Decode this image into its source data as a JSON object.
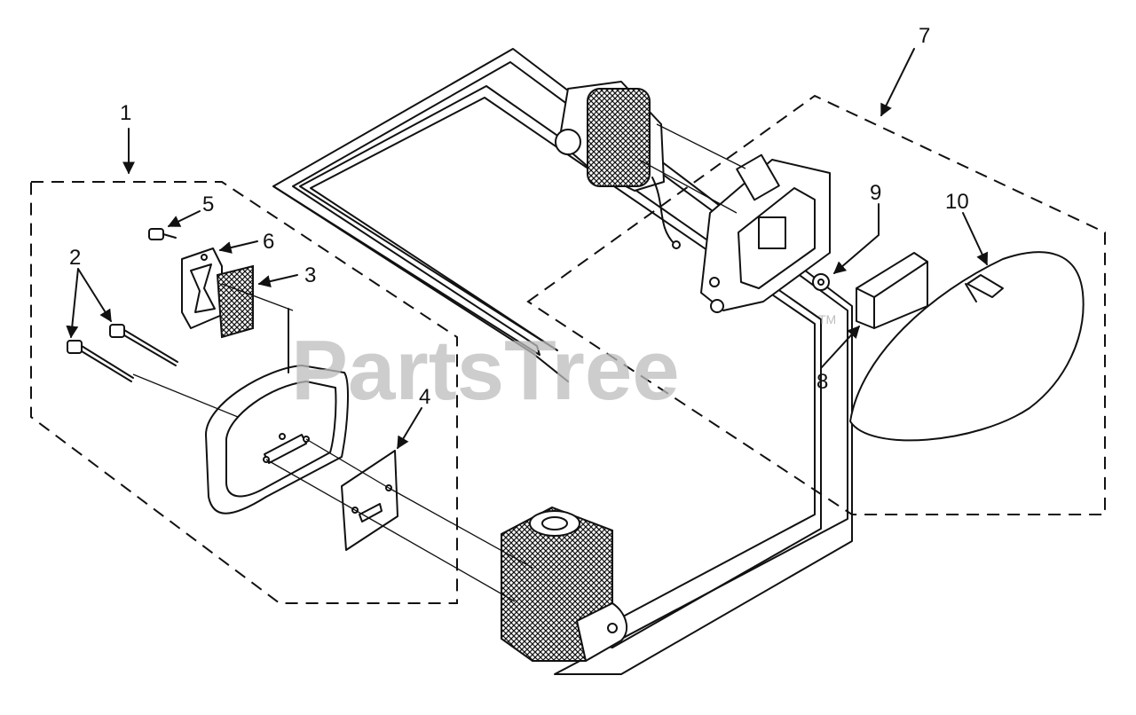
{
  "watermark": {
    "text": "PartsTree",
    "mark": "TM"
  },
  "callouts": {
    "c1": "1",
    "c2": "2",
    "c3": "3",
    "c4": "4",
    "c5": "5",
    "c6": "6",
    "c7": "7",
    "c8": "8",
    "c9": "9",
    "c10": "10"
  },
  "parts": {
    "muffler_assembly": "muffler-assembly-group",
    "air_filter_assembly": "air-filter-assembly-group"
  }
}
